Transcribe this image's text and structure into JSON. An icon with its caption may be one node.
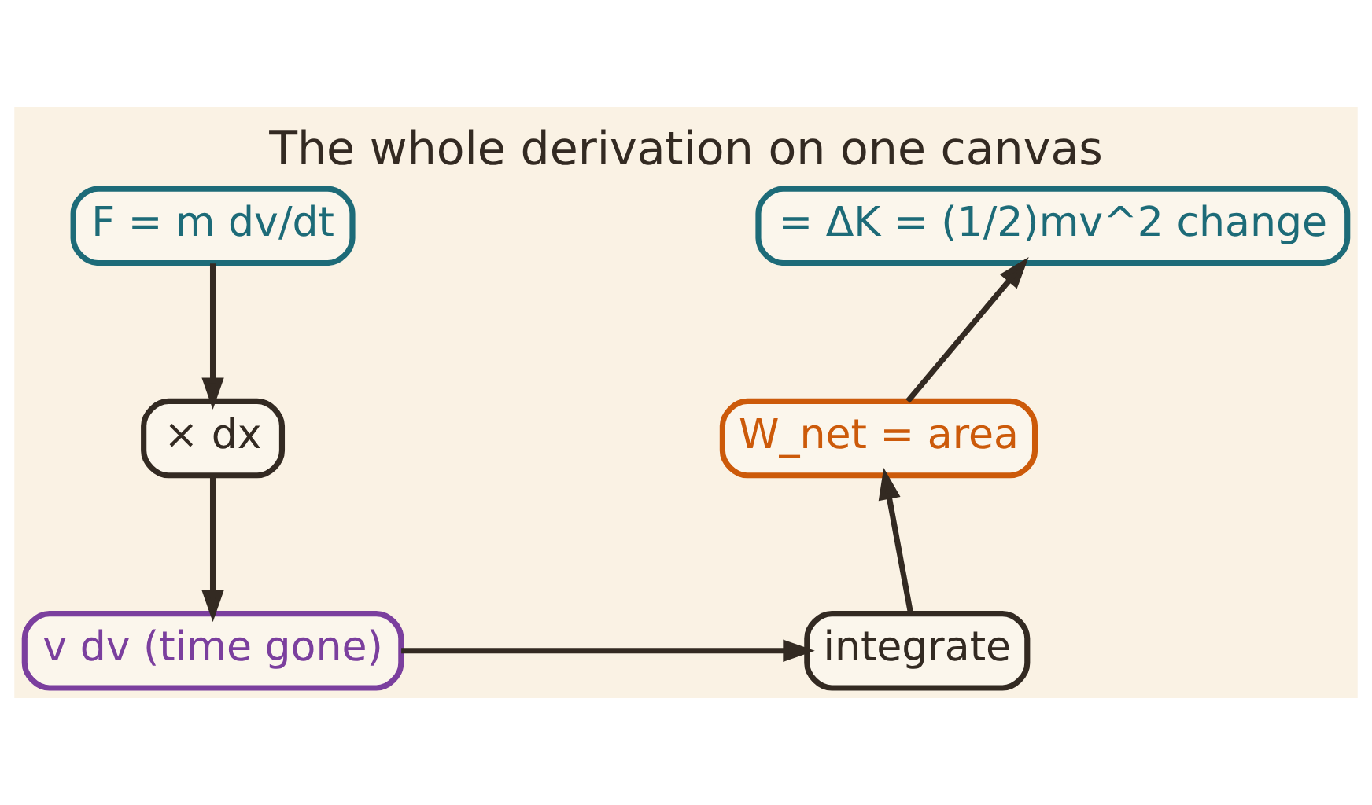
{
  "diagram": {
    "title": "The whole derivation on one canvas",
    "nodes": [
      {
        "text": [
          "F = m dv/dt"
        ]
      },
      {
        "text": [
          "× dx"
        ]
      },
      {
        "text": [
          "v dv (time gone)"
        ]
      },
      {
        "text": [
          "integrate"
        ]
      },
      {
        "text": [
          "W_net = area"
        ]
      },
      {
        "text": [
          "= ΔK = (1/2)mv^2 change"
        ]
      }
    ],
    "edges": [
      {
        "from": 0,
        "to": 1,
        "arrow": "to"
      },
      {
        "from": 1,
        "to": 2,
        "arrow": "to"
      },
      {
        "from": 2,
        "to": 3,
        "arrow": "to"
      },
      {
        "from": 3,
        "to": 4,
        "arrow": "to"
      },
      {
        "from": 4,
        "to": 5,
        "arrow": "to"
      }
    ]
  }
}
